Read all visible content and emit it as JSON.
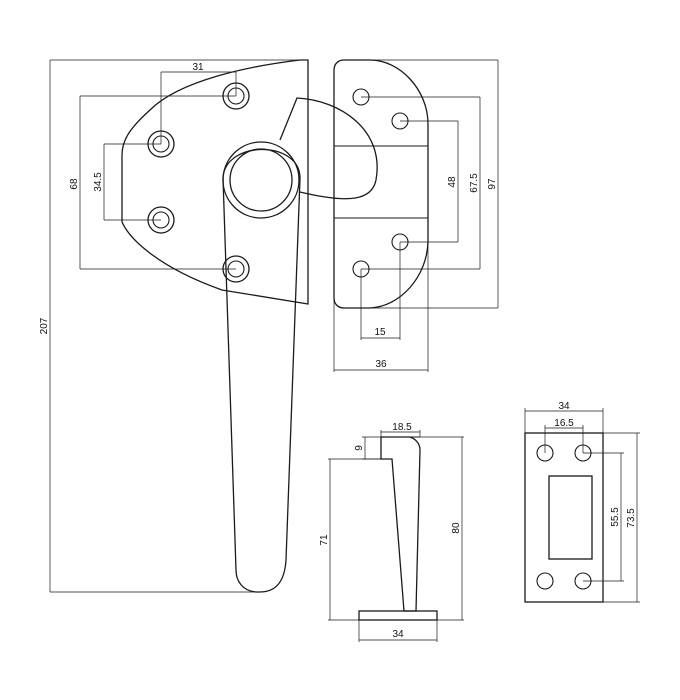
{
  "colors": {
    "line": "#1a1a1a",
    "background": "#ffffff"
  },
  "dimensions": {
    "handle_hole_spacing_horizontal": "31",
    "handle_hole_spacing_vertical": "68",
    "handle_inner_hole_spacing": "34.5",
    "handle_total_length": "207",
    "plate_height": "97",
    "plate_outer_hole_spacing": "67.5",
    "plate_inner_hole_spacing": "48",
    "plate_hole_offset": "15",
    "plate_width": "36",
    "strike_depth": "18.5",
    "strike_lip": "9",
    "strike_inner_height": "71",
    "strike_total_height": "80",
    "strike_base_width": "34",
    "keeper_width": "34",
    "keeper_hole_spacing_horizontal": "16.5",
    "keeper_hole_spacing_vertical": "55.5",
    "keeper_height": "73.5"
  }
}
